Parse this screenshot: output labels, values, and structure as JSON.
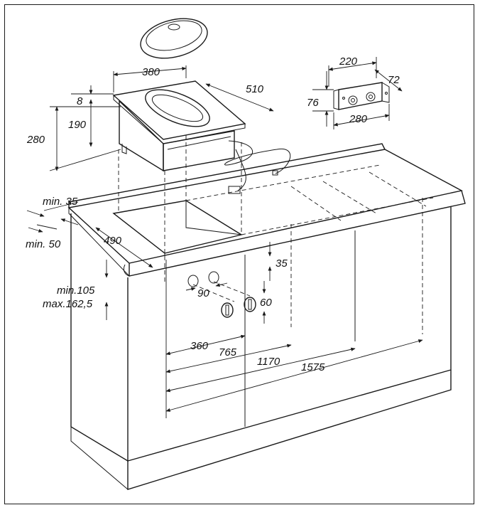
{
  "dimensions": {
    "d380": "380",
    "d510": "510",
    "d8": "8",
    "d190": "190",
    "d280_height": "280",
    "d220": "220",
    "d72": "72",
    "d76": "76",
    "d280_width": "280",
    "min35": "min. 35",
    "min50": "min. 50",
    "d490": "490",
    "d35": "35",
    "min105": "min.105",
    "max162": "max.162,5",
    "d90": "90",
    "d60": "60",
    "d360": "360",
    "d765": "765",
    "d1170": "1170",
    "d1575": "1575"
  },
  "colors": {
    "line": "#1a1a1a",
    "appliance_side": "#bdbdbd",
    "appliance_front": "#a8a8a8",
    "lid": "#dcdcdc",
    "basin": "#c4c4c4"
  }
}
